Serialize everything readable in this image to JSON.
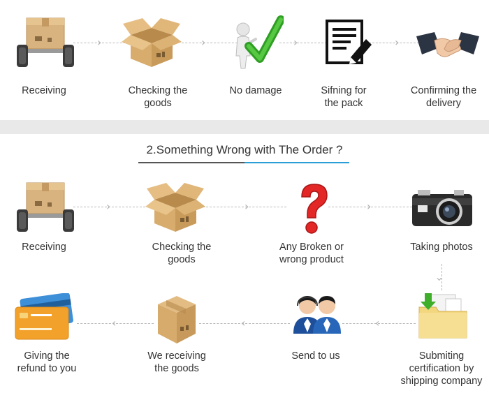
{
  "section1": {
    "steps": [
      {
        "label": "Receiving",
        "icon": "box-cart-icon"
      },
      {
        "label": "Checking the\ngoods",
        "icon": "open-box-icon"
      },
      {
        "label": "No damage",
        "icon": "figure-checkmark-icon"
      },
      {
        "label": "Sifning for\nthe pack",
        "icon": "document-pen-icon"
      },
      {
        "label": "Confirming the\ndelivery",
        "icon": "handshake-icon"
      }
    ]
  },
  "section2": {
    "title": "2.Something Wrong with The Order ?",
    "row1": [
      {
        "label": "Receiving",
        "icon": "box-cart-icon"
      },
      {
        "label": "Checking the\ngoods",
        "icon": "open-box-icon"
      },
      {
        "label": "Any Broken or\nwrong product",
        "icon": "question-mark-icon"
      },
      {
        "label": "Taking photos",
        "icon": "camera-icon"
      }
    ],
    "row2": [
      {
        "label": "Giving the\nrefund to you",
        "icon": "credit-card-icon"
      },
      {
        "label": "We receiving\nthe goods",
        "icon": "closed-box-icon"
      },
      {
        "label": "Send to us",
        "icon": "support-agents-icon"
      },
      {
        "label": "Submiting\ncertification by\nshipping company",
        "icon": "folder-download-icon"
      }
    ]
  },
  "colors": {
    "accent_blue": "#2a9fd6",
    "check_green": "#3fae2a",
    "question_red": "#e12a2a",
    "box_tan": "#d8b07a"
  }
}
